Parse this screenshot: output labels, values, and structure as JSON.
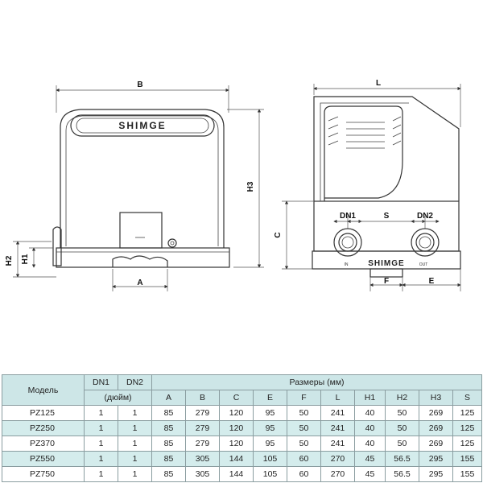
{
  "drawing": {
    "brand": "SHIMGE",
    "dims_front": {
      "B": "B",
      "H3": "H3",
      "H2": "H2",
      "H1": "H1",
      "A": "A"
    },
    "dims_side": {
      "L": "L",
      "C": "C",
      "DN1": "DN1",
      "S": "S",
      "DN2": "DN2",
      "F": "F",
      "E": "E"
    },
    "arrow_in": "IN",
    "arrow_out": "OUT"
  },
  "table": {
    "model_header": "Модель",
    "dn1_header": "DN1",
    "dn2_header": "DN2",
    "inch_header": "(дюйм)",
    "sizes_header": "Размеры (мм)",
    "size_columns": [
      "A",
      "B",
      "C",
      "E",
      "F",
      "L",
      "H1",
      "H2",
      "H3",
      "S"
    ],
    "rows": [
      {
        "model": "PZ125",
        "dn1": "1",
        "dn2": "1",
        "values": [
          "85",
          "279",
          "120",
          "95",
          "50",
          "241",
          "40",
          "50",
          "269",
          "125"
        ]
      },
      {
        "model": "PZ250",
        "dn1": "1",
        "dn2": "1",
        "values": [
          "85",
          "279",
          "120",
          "95",
          "50",
          "241",
          "40",
          "50",
          "269",
          "125"
        ]
      },
      {
        "model": "PZ370",
        "dn1": "1",
        "dn2": "1",
        "values": [
          "85",
          "279",
          "120",
          "95",
          "50",
          "241",
          "40",
          "50",
          "269",
          "125"
        ]
      },
      {
        "model": "PZ550",
        "dn1": "1",
        "dn2": "1",
        "values": [
          "85",
          "305",
          "144",
          "105",
          "60",
          "270",
          "45",
          "56.5",
          "295",
          "155"
        ]
      },
      {
        "model": "PZ750",
        "dn1": "1",
        "dn2": "1",
        "values": [
          "85",
          "305",
          "144",
          "105",
          "60",
          "270",
          "45",
          "56.5",
          "295",
          "155"
        ]
      }
    ]
  }
}
